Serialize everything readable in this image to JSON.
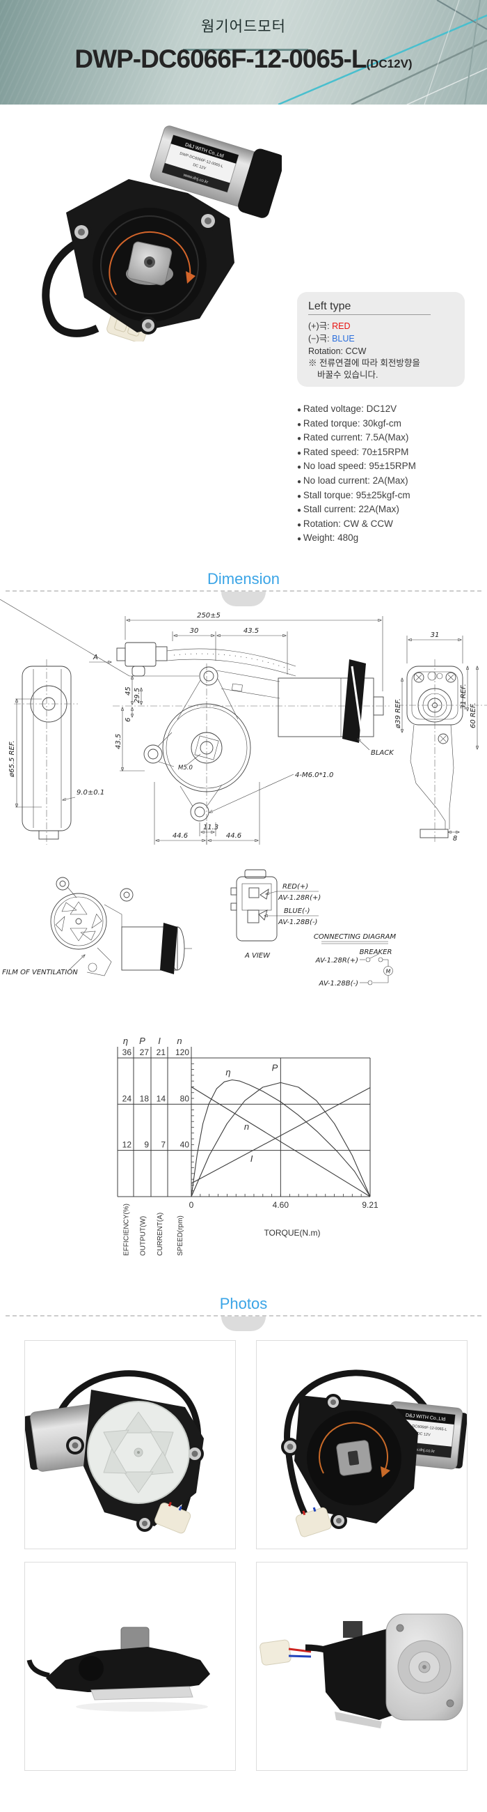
{
  "header": {
    "category": "웜기어드모터",
    "title": "DWP-DC6066F-12-0065-L",
    "suffix": "(DC12V)"
  },
  "left_type": {
    "title": "Left type",
    "rows": [
      {
        "label": "(+)극: ",
        "value": "RED",
        "color": "#e8120f"
      },
      {
        "label": "(−)극: ",
        "value": "BLUE",
        "color": "#2b6fdd"
      },
      {
        "label": "Rotation: ",
        "value": "CCW",
        "color": "#333333"
      }
    ],
    "note1": "※ 전류연결에 따라 회전방향을",
    "note2": "바꿀수 있습니다."
  },
  "specs": [
    "Rated voltage: DC12V",
    "Rated torque: 30kgf-cm",
    "Rated current: 7.5A(Max)",
    "Rated speed: 70±15RPM",
    "No load speed: 95±15RPM",
    "No load current: 2A(Max)",
    "Stall torque: 95±25kgf-cm",
    "Stall current: 22A(Max)",
    "Rotation: CW & CCW",
    "Weight: 480g"
  ],
  "sections": {
    "dimension": "Dimension",
    "photos": "Photos"
  },
  "motor_label": {
    "company": "D&J WITH Co.,Ltd",
    "model": "DWP-DC6066F-12-0065-L",
    "voltage": "DC 12V",
    "site": "www.dnj.co.kr"
  },
  "drawing": {
    "dims": {
      "total_width": "250±5",
      "w30": "30",
      "w43_5": "43.5",
      "a_arrow": "A",
      "dia65": "ø65.5 REF.",
      "d9": "9.0±0.1",
      "d45": "45",
      "d29_5": "29.5",
      "d6": "6",
      "d43_5": "43.5",
      "m5": "M5.0",
      "m6": "4-M6.0*1.0",
      "d11_3": "11.3",
      "d44_6l": "44.6",
      "d44_6r": "44.6",
      "w31": "31",
      "dia39": "ø39 REF.",
      "ref31": "31 REF.",
      "ref60": "60 REF.",
      "black": "BLACK",
      "d8": "8"
    },
    "film_label": "FILM OF VENTILATION",
    "connector": {
      "red": "RED(+)",
      "red_code": "AV-1.28R(+)",
      "blue": "BLUE(-)",
      "blue_code": "AV-1.28B(-)",
      "view": "A VIEW"
    },
    "circuit": {
      "title": "CONNECTING DIAGRAM",
      "breaker": "BREAKER",
      "plus": "AV-1.28R(+)",
      "minus": "AV-1.28B(-)",
      "motor": "M"
    }
  },
  "chart_data": {
    "type": "line",
    "xlabel": "TORQUE(N.m)",
    "xlim": [
      0,
      9.21
    ],
    "x_ticks": [
      0,
      4.6,
      9.21
    ],
    "x_tick_labels": [
      "0",
      "4.60",
      "9.21"
    ],
    "x_grid": [
      4.6
    ],
    "grid": true,
    "legend_position": "none",
    "axes": [
      {
        "name": "EFFICIENCY(%)",
        "symbol": "η",
        "ticks": [
          12,
          24,
          36
        ],
        "max": 36
      },
      {
        "name": "OUTPUT(W)",
        "symbol": "P",
        "ticks": [
          9,
          18,
          27
        ],
        "max": 27
      },
      {
        "name": "CURRENT(A)",
        "symbol": "I",
        "ticks": [
          7,
          14,
          21
        ],
        "max": 21
      },
      {
        "name": "SPEED(rpm)",
        "symbol": "n",
        "ticks": [
          40,
          80,
          120
        ],
        "max": 120
      }
    ],
    "series": [
      {
        "name": "n",
        "axis": "n",
        "label_pos": [
          2.85,
          58
        ],
        "points": [
          [
            0,
            95
          ],
          [
            9.21,
            0
          ]
        ]
      },
      {
        "name": "I",
        "axis": "I",
        "label_pos": [
          3.1,
          5.3
        ],
        "points": [
          [
            0,
            2
          ],
          [
            9.21,
            16.5
          ]
        ]
      },
      {
        "name": "P",
        "axis": "P",
        "label_pos": [
          4.3,
          24.5
        ],
        "points": [
          [
            0,
            0
          ],
          [
            0.92,
            8.0
          ],
          [
            1.84,
            14.2
          ],
          [
            2.76,
            18.7
          ],
          [
            3.68,
            21.3
          ],
          [
            4.6,
            22.2
          ],
          [
            5.52,
            21.3
          ],
          [
            6.44,
            18.7
          ],
          [
            7.37,
            14.2
          ],
          [
            8.29,
            8.0
          ],
          [
            9.21,
            0
          ]
        ]
      },
      {
        "name": "η",
        "axis": "η",
        "label_pos": [
          1.9,
          31.5
        ],
        "points": [
          [
            0,
            0
          ],
          [
            0.3,
            11
          ],
          [
            0.6,
            19
          ],
          [
            0.9,
            24
          ],
          [
            1.3,
            28
          ],
          [
            1.7,
            29.8
          ],
          [
            2.1,
            30.3
          ],
          [
            2.5,
            30
          ],
          [
            3,
            29
          ],
          [
            3.7,
            27.3
          ],
          [
            4.6,
            24.6
          ],
          [
            5.5,
            21.2
          ],
          [
            6.5,
            16.8
          ],
          [
            7.5,
            11.8
          ],
          [
            8.4,
            6.6
          ],
          [
            9.21,
            0
          ]
        ]
      }
    ]
  },
  "colors": {
    "accent_blue": "#3aa4e6",
    "wire_red": "#e8120f",
    "wire_blue": "#2b6fdd",
    "teal_bar": "#6f908e",
    "arrow_orange": "#d4652a"
  }
}
